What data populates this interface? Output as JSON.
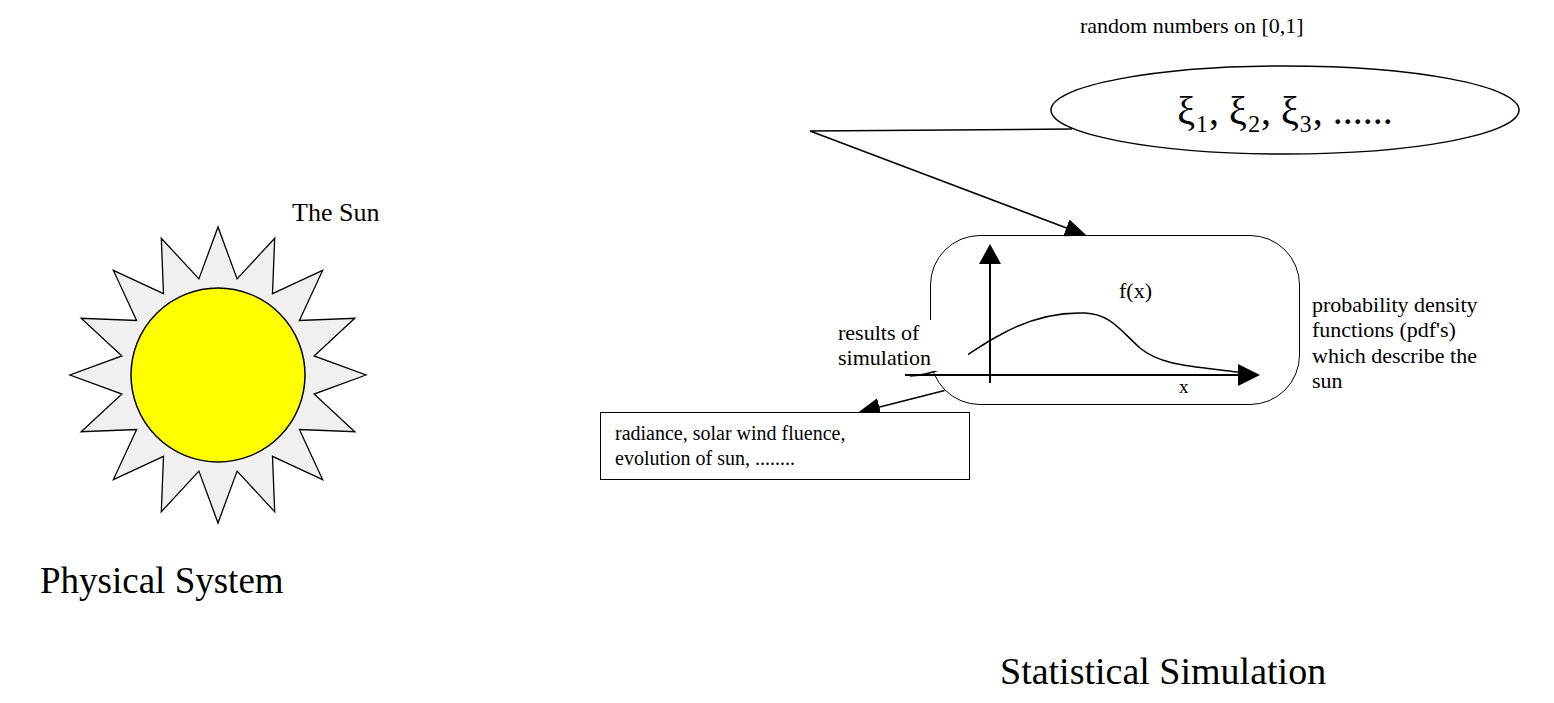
{
  "diagram": {
    "nodes": [
      {
        "text": [
          "random numbers on [0,1]",
          "ξ₁, ξ₂, ξ₃, ......"
        ]
      },
      {
        "text": [
          "f(x)",
          "x"
        ]
      },
      {
        "text": [
          "radiance, solar wind fluence, evolution of sun, ........"
        ]
      }
    ],
    "edges": [
      {
        "from": 0,
        "to": 1,
        "arrow": "to"
      },
      {
        "from": 1,
        "to": 2,
        "label": "results of simulation",
        "arrow": "to"
      }
    ],
    "labels": [
      "The Sun",
      "Physical System",
      "probability density functions (pdf's) which describe the sun",
      "Statistical Simulation"
    ]
  }
}
